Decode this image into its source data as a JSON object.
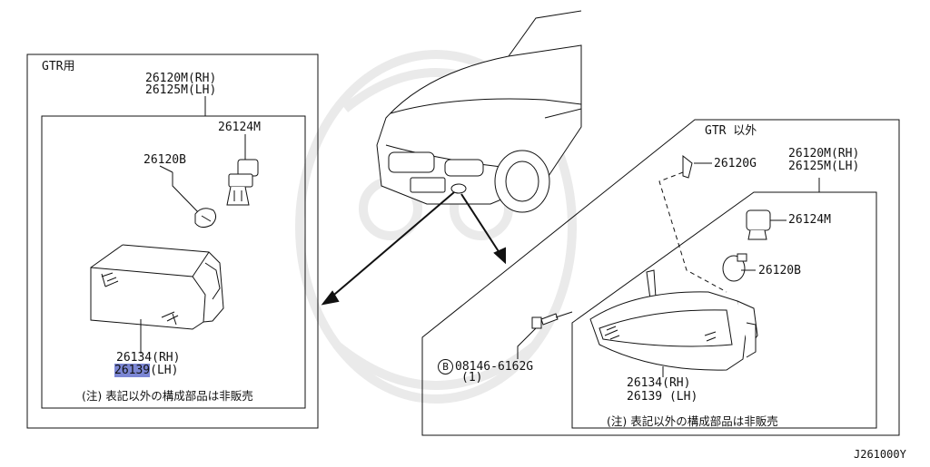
{
  "left_panel": {
    "title": "GTR用",
    "assembly_rh": "26120M(RH)",
    "assembly_lh": "26125M(LH)",
    "socket": "26124M",
    "bulb": "26120B",
    "lens_rh": "26134(RH)",
    "lens_lh": "26139",
    "lens_lh_suffix": "(LH)",
    "note": "(注) 表記以外の構成部品は非販売"
  },
  "right_panel": {
    "title": "GTR 以外",
    "clip": "26120G",
    "assembly_rh": "26120M(RH)",
    "assembly_lh": "26125M(LH)",
    "socket": "26124M",
    "bulb": "26120B",
    "bolt_symbol": "B",
    "bolt": "08146-6162G",
    "bolt_qty": "(1)",
    "lens_rh": "26134(RH)",
    "lens_lh": "26139 (LH)",
    "note": "(注) 表記以外の構成部品は非販売"
  },
  "figure_code": "J261000Y",
  "colors": {
    "line": "#111111",
    "highlight": "#7b86d4",
    "watermark": "#ececec"
  }
}
